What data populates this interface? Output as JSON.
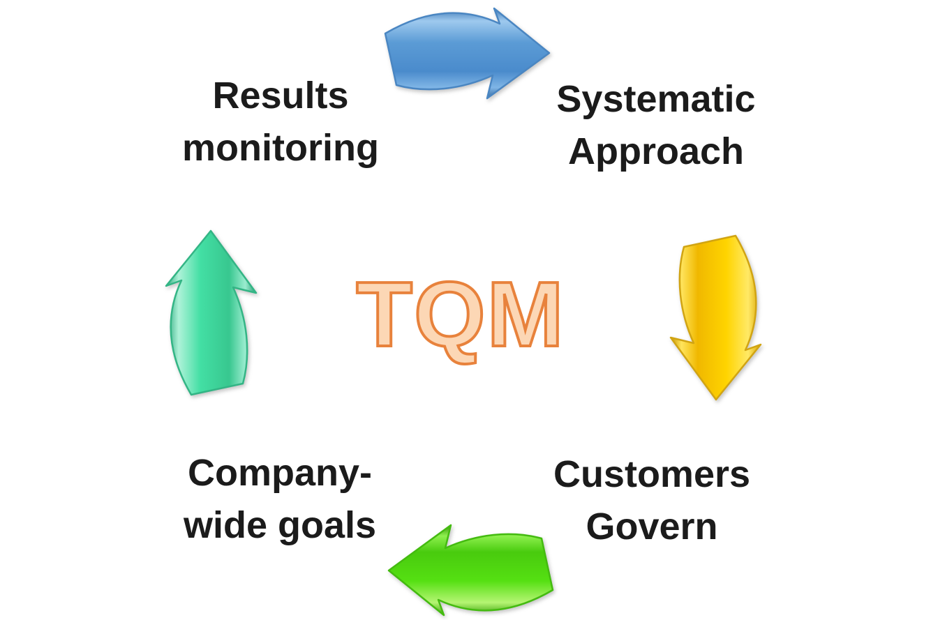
{
  "diagram": {
    "center_label": "TQM",
    "nodes": [
      {
        "id": "results-monitoring",
        "label": "Results\nmonitoring",
        "position": "top-left"
      },
      {
        "id": "systematic-approach",
        "label": "Systematic\nApproach",
        "position": "top-right"
      },
      {
        "id": "customers-govern",
        "label": "Customers\nGovern",
        "position": "bottom-right"
      },
      {
        "id": "company-wide-goals",
        "label": "Company-\nwide goals",
        "position": "bottom-left"
      }
    ],
    "arrows": [
      {
        "id": "arrow-top",
        "direction": "right",
        "from": "Results monitoring",
        "to": "Systematic Approach",
        "color": "#5b9bd5"
      },
      {
        "id": "arrow-right",
        "direction": "down",
        "from": "Systematic Approach",
        "to": "Customers Govern",
        "color": "#ffd400"
      },
      {
        "id": "arrow-bottom",
        "direction": "left",
        "from": "Customers Govern",
        "to": "Company-wide goals",
        "color": "#55e012"
      },
      {
        "id": "arrow-left",
        "direction": "up",
        "from": "Company-wide goals",
        "to": "Results monitoring",
        "color": "#43dfa4"
      }
    ],
    "colors": {
      "background": "#ffffff",
      "text": "#1b1b1b",
      "center_fill": "#fcd7b5",
      "center_stroke": "#e8823c"
    }
  }
}
